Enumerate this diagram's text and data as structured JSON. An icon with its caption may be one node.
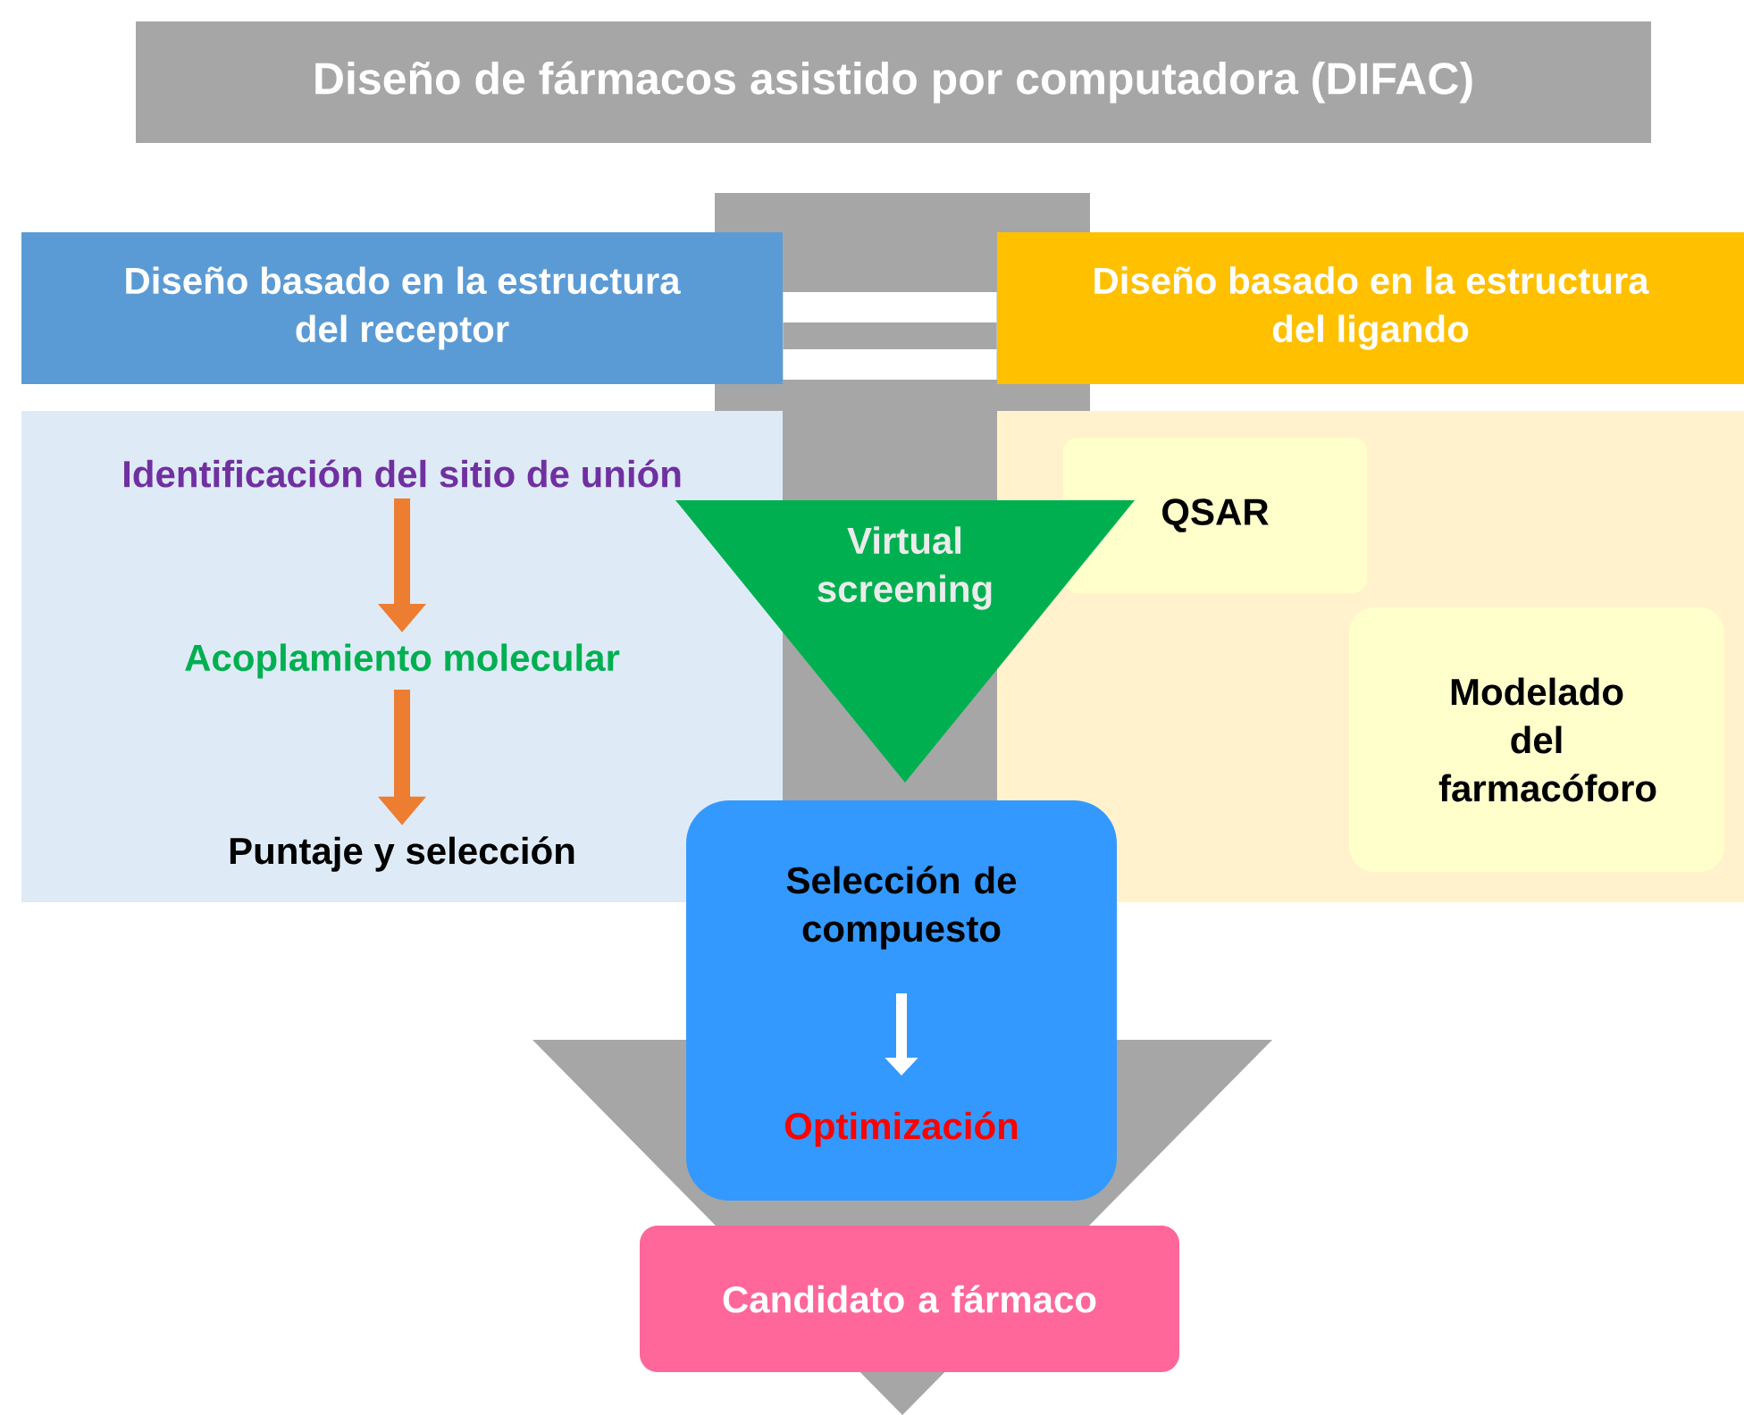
{
  "diagram": {
    "title": "Diseño de fármacos asistido por computadora (DIFAC)",
    "nodes": [
      {
        "text": [
          "Diseño basado en la estructura del receptor"
        ]
      },
      {
        "text": [],
        "shape": "box"
      },
      {
        "text": [
          "Identificación del sitio de unión"
        ],
        "in": 1
      },
      {
        "text": [
          "Acoplamiento molecular"
        ],
        "in": 1
      },
      {
        "text": [
          "Puntaje y selección"
        ],
        "in": 1
      },
      {
        "text": [
          "Diseño basado en la estructura del ligando"
        ]
      },
      {
        "text": [],
        "shape": "box"
      },
      {
        "text": [
          "QSAR"
        ],
        "in": 6
      },
      {
        "text": [
          "Modelado del farmacóforo"
        ],
        "in": 6
      },
      {
        "text": [
          "Virtual screening"
        ]
      },
      {
        "text": [
          "Selección de compuesto",
          "Optimización"
        ]
      },
      {
        "text": [
          "Candidato a fármaco"
        ]
      }
    ],
    "edges": [
      {
        "from": 2,
        "to": 3,
        "arrow": "to"
      },
      {
        "from": 3,
        "to": 4,
        "arrow": "to"
      },
      {
        "from": 0,
        "to": 5,
        "arrow": "none",
        "style": "thick",
        "color": "#ffffff"
      }
    ]
  }
}
